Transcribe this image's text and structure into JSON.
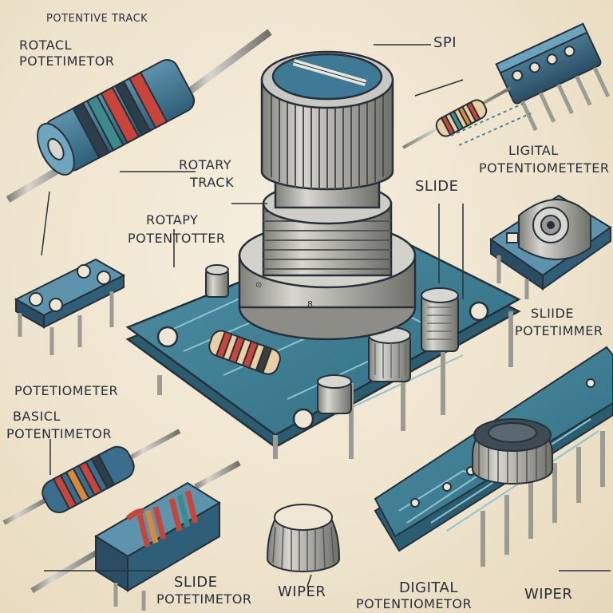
{
  "labels": {
    "potentive_track": "POTENTIVE TRACK",
    "rotacl_line1": "ROTACL",
    "rotacl_line2": "POTETIMETOR",
    "spi": "SPI",
    "ligital_line1": "LIGITAL",
    "ligital_line2": "POTENTIOMETETER",
    "rotary_track_line1": "ROTARY",
    "rotary_track_line2": "TRACK",
    "slide_top": "SLIDE",
    "rotapy_line1": "ROTAPY",
    "rotapy_line2": "POTENTOTTER",
    "slide_pot_line1": "SLIIDE",
    "slide_pot_line2": "POTETIMMER",
    "potetiometer": "POTETIOMETER",
    "basicl_line1": "BASICL",
    "basicl_line2": "POTENTIMETOR",
    "slide_bottom_line1": "SLIDE",
    "slide_bottom_line2": "POTETIMETOR",
    "wiper_left": "WIPER",
    "digital_line1": "DIGITAL",
    "digital_line2": "POTENTIOMETOR",
    "wiper_right": "WIPER"
  },
  "colors": {
    "background": "#efe6d3",
    "ink": "#26303a",
    "pcb_blue": "#3f7f96",
    "component_blue": "#3b6e8c",
    "metal": "#b9b9b3",
    "band_red": "#c8453b",
    "band_orange": "#d88a3a",
    "band_teal": "#3d8a8c"
  },
  "icons": [
    "rotary-potentiometer-icon",
    "axial-resistor-icon",
    "dip-chip-icon",
    "trimmer-potentiometer-icon",
    "knob-icon",
    "pcb-board-icon"
  ]
}
